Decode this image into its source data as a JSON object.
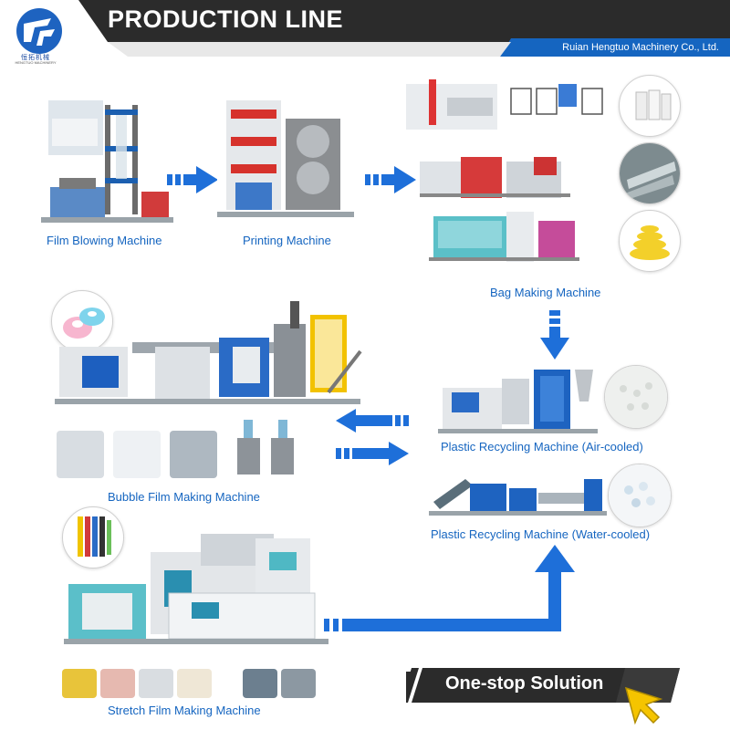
{
  "header": {
    "title": "PRODUCTION LINE",
    "company": "Ruian Hengtuo Machinery Co., Ltd.",
    "logo_text": "恒拓机械",
    "logo_subtext": "HENGTUO MACHINERY"
  },
  "machines": {
    "film_blowing": "Film Blowing Machine",
    "printing": "Printing Machine",
    "bag_making": "Bag Making Machine",
    "bubble_film": "Bubble Film Making Machine",
    "recycling_air": "Plastic Recycling Machine (Air-cooled)",
    "recycling_water": "Plastic Recycling Machine (Water-cooled)",
    "stretch_film": "Stretch Film Making Machine"
  },
  "solution": {
    "label": "One-stop Solution"
  },
  "colors": {
    "header_dark": "#2b2b2b",
    "accent_blue": "#1565c0",
    "arrow_blue": "#1e6fd9",
    "label_blue": "#1565c0",
    "cursor_yellow": "#f5c400"
  }
}
